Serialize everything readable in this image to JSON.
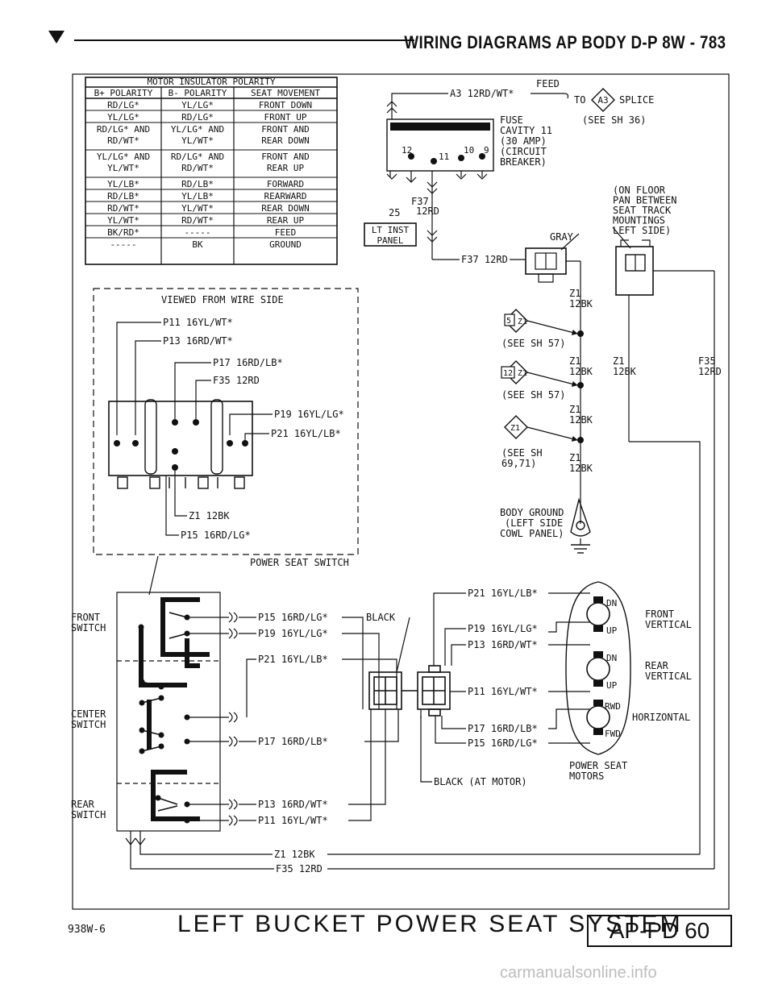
{
  "header": {
    "title": "WIRING DIAGRAMS AP BODY D-P 8W - 783"
  },
  "polarity_table": {
    "title": "MOTOR INSULATOR POLARITY",
    "columns": [
      "B+ POLARITY",
      "B- POLARITY",
      "SEAT MOVEMENT"
    ],
    "rows": [
      [
        "RD/LG*",
        "YL/LG*",
        "FRONT DOWN"
      ],
      [
        "YL/LG*",
        "RD/LG*",
        "FRONT UP"
      ],
      [
        "RD/LG* AND\nRD/WT*",
        "YL/LG* AND\nYL/WT*",
        "FRONT AND\nREAR DOWN"
      ],
      [
        "YL/LG* AND\nYL/WT*",
        "RD/LG* AND\nRD/WT*",
        "FRONT AND\nREAR UP"
      ],
      [
        "YL/LB*",
        "RD/LB*",
        "FORWARD"
      ],
      [
        "RD/LB*",
        "YL/LB*",
        "REARWARD"
      ],
      [
        "RD/WT*",
        "YL/WT*",
        "REAR DOWN"
      ],
      [
        "YL/WT*",
        "RD/WT*",
        "REAR UP"
      ],
      [
        "BK/RD*",
        "-----",
        "FEED"
      ],
      [
        "-----",
        "BK",
        "GROUND"
      ]
    ]
  },
  "switch_view": {
    "title": "VIEWED FROM WIRE SIDE",
    "wires": [
      "P11 16YL/WT*",
      "P13 16RD/WT*",
      "P17 16RD/LB*",
      "F35 12RD",
      "P19 16YL/LG*",
      "P21 16YL/LB*",
      "Z1 12BK",
      "P15 16RD/LG*"
    ],
    "caption": "POWER SEAT SWITCH"
  },
  "fuse": {
    "feed": "FEED",
    "a3_wire": "A3 12RD/WT*",
    "to_label": "TO",
    "a3_tag": "A3",
    "splice": "SPLICE",
    "see_sheet": "(SEE SH 36)",
    "lines": [
      "FUSE",
      "CAVITY 11",
      "(30 AMP)",
      "(CIRCUIT",
      "BREAKER)"
    ],
    "pins": [
      "12",
      "11",
      "10",
      "9"
    ],
    "f37": "F37",
    "num25": "25",
    "f37_wire": "12RD",
    "panel": [
      "LT INST",
      "PANEL"
    ],
    "f37_run": "F37 12RD"
  },
  "connector_floor": {
    "lines": [
      "(ON FLOOR",
      "PAN BETWEEN",
      "SEAT TRACK",
      "MOUNTINGS",
      "LEFT SIDE)"
    ],
    "gray": "GRAY"
  },
  "ground": {
    "splices": [
      {
        "tag": "5",
        "wire": "Z1",
        "see": "(SEE SH 57)"
      },
      {
        "tag": "12",
        "wire": "Z1",
        "see": "(SEE SH 57)"
      },
      {
        "tag": "Z1",
        "wire": "",
        "see": "(SEE SH\n69,71)"
      }
    ],
    "z1_labels": [
      "Z1\n12BK",
      "Z1\n12BK",
      "Z1\n12BK",
      "Z1\n12BK"
    ],
    "z1_right": "Z1\n12BK",
    "f35_right": "F35\n12RD",
    "body_ground": [
      "BODY GROUND",
      "(LEFT SIDE",
      "COWL PANEL)"
    ]
  },
  "switch_schematic": {
    "front": "FRONT\nSWITCH",
    "center": "CENTER\nSWITCH",
    "rear": "REAR\nSWITCH",
    "wires": [
      "P15 16RD/LG*",
      "P19 16YL/LG*",
      "P21 16YL/LB*",
      "P17 16RD/LB*",
      "P13 16RD/WT*",
      "P11 16YL/WT*"
    ],
    "black": "BLACK"
  },
  "motors": {
    "wires": [
      "P21 16YL/LB*",
      "P19 16YL/LG*",
      "P13 16RD/WT*",
      "P11 16YL/WT*",
      "P17 16RD/LB*",
      "P15 16RD/LG*"
    ],
    "labels": [
      "FRONT\nVERTICAL",
      "REAR\nVERTICAL",
      "HORIZONTAL"
    ],
    "dirs": [
      "DN",
      "UP",
      "DN",
      "UP",
      "RWD",
      "FWD"
    ],
    "black_at_motor": "BLACK (AT MOTOR)",
    "caption": "POWER SEAT\nMOTORS"
  },
  "bottom_wires": [
    "Z1 12BK",
    "F35 12RD"
  ],
  "footer": {
    "code": "938W-6",
    "title": "LEFT BUCKET POWER SEAT SYSTEM",
    "page": "AP-PD 60"
  },
  "watermark": "carmanualsonline.info"
}
